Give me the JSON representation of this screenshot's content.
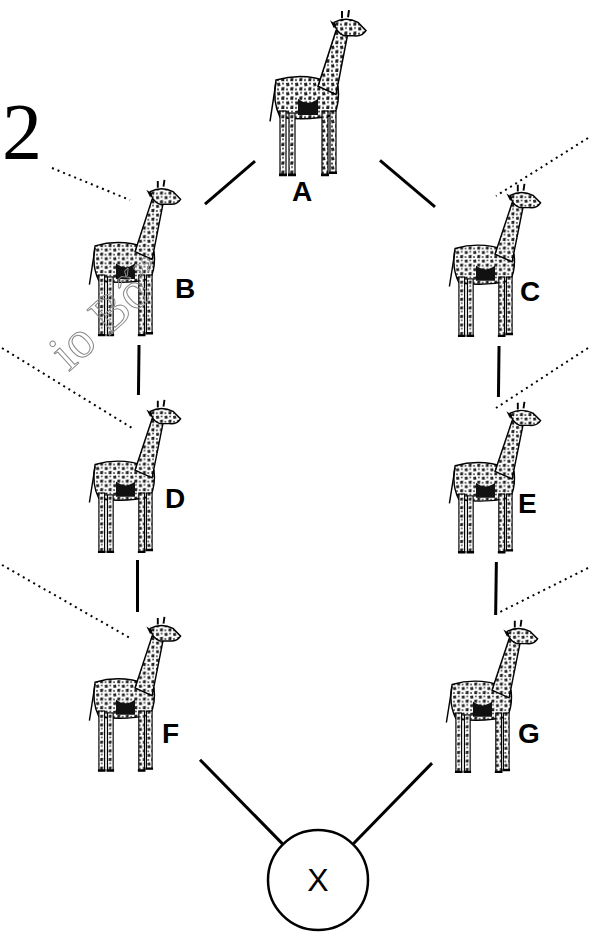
{
  "diagram": {
    "nodes": [
      {
        "text": [
          "A"
        ]
      },
      {
        "text": [
          "B"
        ]
      },
      {
        "text": [
          "C"
        ]
      },
      {
        "text": [
          "D"
        ]
      },
      {
        "text": [
          "E"
        ]
      },
      {
        "text": [
          "F"
        ]
      },
      {
        "text": [
          "G"
        ]
      },
      {
        "text": [
          "X"
        ]
      }
    ],
    "edges": [
      {
        "from": 0,
        "to": 1,
        "arrow": "none"
      },
      {
        "from": 0,
        "to": 2,
        "arrow": "none"
      },
      {
        "from": 1,
        "to": 3,
        "arrow": "none"
      },
      {
        "from": 2,
        "to": 4,
        "arrow": "none"
      },
      {
        "from": 3,
        "to": 5,
        "arrow": "none"
      },
      {
        "from": 4,
        "to": 6,
        "arrow": "none"
      },
      {
        "from": 5,
        "to": 7,
        "arrow": "none"
      },
      {
        "from": 6,
        "to": 7,
        "arrow": "none"
      }
    ],
    "labels": [
      "2",
      "io Bố”"
    ]
  }
}
